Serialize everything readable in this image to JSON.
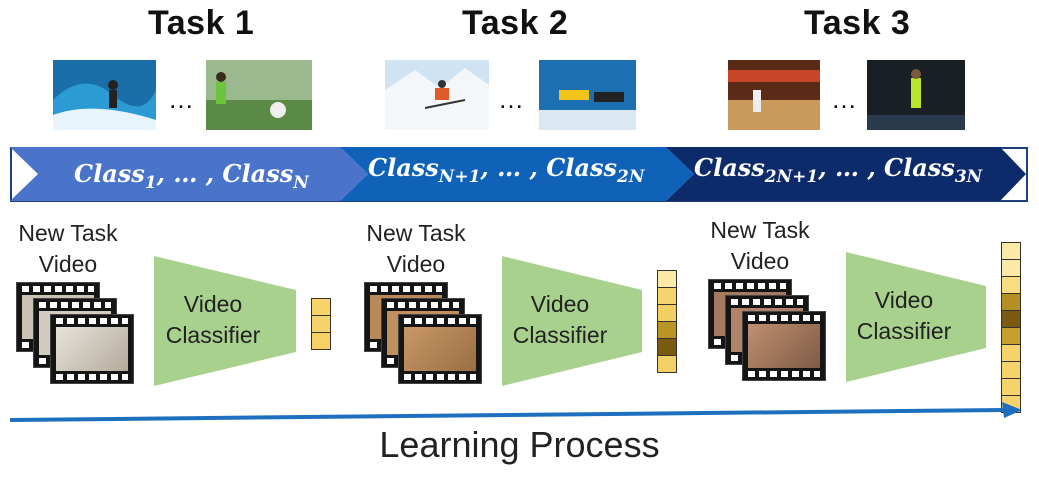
{
  "tasks": [
    {
      "title": "Task 1"
    },
    {
      "title": "Task 2"
    },
    {
      "title": "Task 3"
    }
  ],
  "ellipsis": "…",
  "class_ranges": [
    {
      "a": "Class",
      "a_sub": "1",
      "mid": ", … , ",
      "b": "Class",
      "b_sub": "N",
      "color": "#4a74c9"
    },
    {
      "a": "Class",
      "a_sub": "N+1",
      "mid": ", … , ",
      "b": "Class",
      "b_sub": "2N",
      "color": "#0f62b8"
    },
    {
      "a": "Class",
      "a_sub": "2N+1",
      "mid": ", … , ",
      "b": "Class",
      "b_sub": "3N",
      "color": "#0d2a6b"
    }
  ],
  "new_task_video": "New Task\nVideo",
  "video_classifier": "Video\nClassifier",
  "output_vectors": [
    [
      "#f7d46a",
      "#f5d36b",
      "#f6d163"
    ],
    [
      "#fbe9a8",
      "#f5d470",
      "#f1cf62",
      "#b99525",
      "#7a5a10",
      "#f2d065"
    ],
    [
      "#fbe9a8",
      "#fbe9a8",
      "#f7dc82",
      "#b48f22",
      "#7a5a10",
      "#c49f2e",
      "#f5d36b",
      "#f5d36b",
      "#f5d36b",
      "#f5d36b"
    ]
  ],
  "learning_process": "Learning Process",
  "colors": {
    "classifier": "#a9d18e",
    "arrow": "#1f6fc1"
  }
}
